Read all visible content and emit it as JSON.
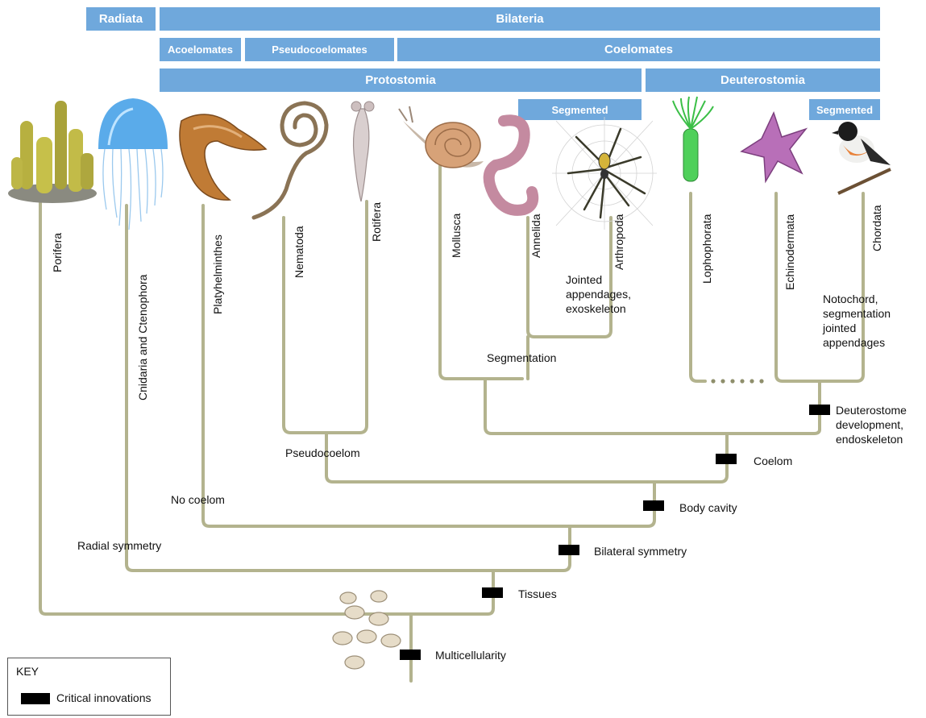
{
  "header_bars": {
    "radiata": "Radiata",
    "bilateria": "Bilateria",
    "acoelomates": "Acoelomates",
    "pseudocoelomates": "Pseudocoelomates",
    "coelomates": "Coelomates",
    "protostomia": "Protostomia",
    "deuterostomia": "Deuterostomia",
    "segmented_protostome": "Segmented",
    "segmented_deuterostome": "Segmented"
  },
  "taxa": {
    "porifera": "Porifera",
    "cnidaria": "Cnidaria and Ctenophora",
    "platyhelminthes": "Platyhelminthes",
    "nematoda": "Nematoda",
    "rotifera": "Rotifera",
    "mollusca": "Mollusca",
    "annelida": "Annelida",
    "arthropoda": "Arthropoda",
    "lophophorata": "Lophophorata",
    "echinodermata": "Echinodermata",
    "chordata": "Chordata"
  },
  "trait_labels": {
    "jointed_appendages": [
      "Jointed",
      "appendages,",
      "exoskeleton"
    ],
    "segmentation": "Segmentation",
    "notochord": [
      "Notochord,",
      "segmentation",
      "jointed",
      "appendages"
    ],
    "pseudocoelom": "Pseudocoelom",
    "no_coelom": "No coelom",
    "radial_symmetry": "Radial symmetry"
  },
  "innovations": {
    "deuterostome": [
      "Deuterostome",
      "development,",
      "endoskeleton"
    ],
    "coelom": "Coelom",
    "body_cavity": "Body cavity",
    "bilateral_symmetry": "Bilateral symmetry",
    "tissues": "Tissues",
    "multicellularity": "Multicellularity"
  },
  "key": {
    "title": "KEY",
    "critical_innovations": "Critical innovations"
  },
  "colors": {
    "branch": "#b3b38e",
    "branch_dark": "#8f8f6c",
    "header_blue": "#6fa8dc",
    "marker": "#000000"
  }
}
